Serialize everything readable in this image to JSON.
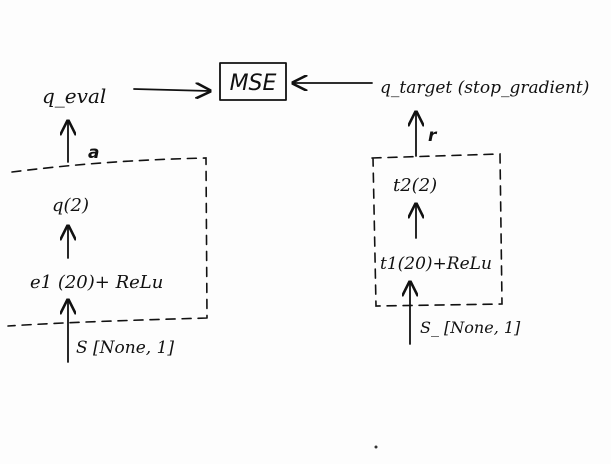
{
  "nodes": {
    "q_eval": "q_eval",
    "mse": "MSE",
    "q_target": "q_target (stop_gradient)",
    "q_small": "q(2)",
    "e1": "e1 (20)+ ReLu",
    "s_input": "S [None, 1]",
    "t2": "t2(2)",
    "t1": "t1(20)+ReLu",
    "s_next_input": "S_ [None, 1]"
  },
  "edge_labels": {
    "a": "a",
    "r": "r"
  }
}
